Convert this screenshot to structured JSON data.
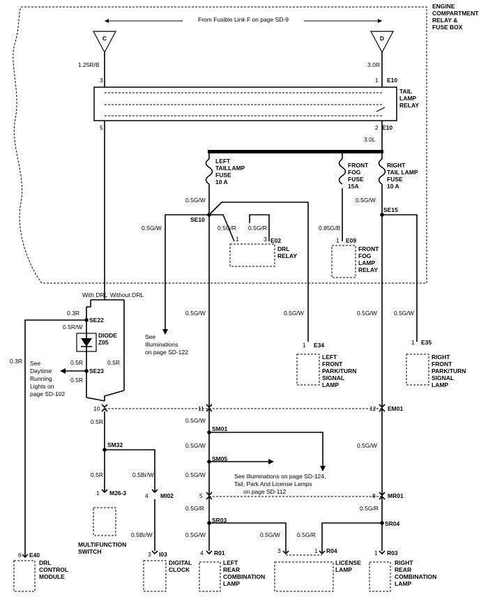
{
  "header": {
    "source_note": "From Fusible Link F on page SD-9",
    "box_title": [
      "ENGINE",
      "COMPARTMENT",
      "RELAY &",
      "FUSE BOX"
    ],
    "connector_c": "C",
    "connector_d": "D"
  },
  "relay": {
    "label": [
      "TAIL",
      "LAMP",
      "RELAY"
    ],
    "pin_tl": "3",
    "pin_tr": "1",
    "pin_bl": "5",
    "pin_br": "2",
    "conn_top": "E10",
    "conn_bottom": "E10"
  },
  "fuses": {
    "left": [
      "LEFT",
      "TAILLAMP",
      "FUSE",
      "10 A"
    ],
    "fog": [
      "FRONT",
      "FOG",
      "FUSE",
      "15A"
    ],
    "right": [
      "RIGHT",
      "TAIL LAMP",
      "FUSE",
      "10 A"
    ]
  },
  "wires": {
    "w125rb": "1.25R/B",
    "w30r": "3.0R",
    "w30l": "3.0L",
    "w05gw_a": "0.5G/W",
    "w05gw_b": "0.5G/W",
    "w05gw_c": "0.5G/W",
    "w05gr_a": "0.5G/R",
    "w05gr_b": "0.5G/R",
    "w085gb": "0.85G/B",
    "w05gw_d": "0.5G/W",
    "w05gw_e": "0.5G/W",
    "w05gw_f": "0.5G/W",
    "w05gw_g": "0.5G/W",
    "w05gw_h": "0.5G/W",
    "w03r_a": "0.3R",
    "w03r_b": "0.3R",
    "w05rw": "0.5R/W",
    "w05r_a": "0.5R",
    "w05r_b": "0.5R",
    "w05r_c": "0.5R",
    "w05r_d": "0.5R",
    "w05r_e": "0.5R",
    "w05brw": "0.5Br/W",
    "w05brw2": "0.5Br/W",
    "w05gw_i": "0.5G/W",
    "w05gw_j": "0.5G/W",
    "w05gw_k": "0.5G/W",
    "w05gr_c": "0.5G/R",
    "w05gw_l": "0.5G/W",
    "w05gw_m": "0.5G/W",
    "w05gr_d": "0.5G/R",
    "w05gr_e": "0.5G/R"
  },
  "splices": {
    "se10": "SE10",
    "se15": "SE15",
    "se22": "SE22",
    "se23": "SE23",
    "sm01": "SM01",
    "sm05": "SM05",
    "sm32": "SM32",
    "sr03": "SR03",
    "sr04": "SR04"
  },
  "components": {
    "drl_relay": [
      "DRL",
      "RELAY"
    ],
    "drl_pin_l": "1",
    "drl_pin_r": "3",
    "drl_conn": "E02",
    "fog_relay": [
      "FRONT",
      "FOG",
      "LAMP",
      "RELAY"
    ],
    "fog_pin": "1",
    "fog_conn": "E09",
    "left_front": [
      "LEFT",
      "FRONT",
      "PARK/TURN",
      "SIGNAL",
      "LAMP"
    ],
    "lf_pin": "1",
    "lf_conn": "E34",
    "right_front": [
      "RIGHT",
      "FRONT",
      "PARK/TURN",
      "SIGNAL",
      "LAMP"
    ],
    "rf_pin": "1",
    "rf_conn": "E35",
    "diode": [
      "DIODE",
      "Z05"
    ],
    "drl_module": [
      "DRL",
      "CONTROL",
      "MODULE"
    ],
    "drlm_pin": "6",
    "drlm_conn": "E40",
    "mf_switch": [
      "MULTIFUNCTION",
      "SWITCH"
    ],
    "mf_pin": "1",
    "mf_conn": "M26-3",
    "clock": [
      "DIGITAL",
      "CLOCK"
    ],
    "clock_pin": "3",
    "clock_conn": "I03",
    "left_rear": [
      "LEFT",
      "REAR",
      "COMBINATION",
      "LAMP"
    ],
    "lr_pin": "4",
    "lr_conn": "R01",
    "license": [
      "LICENSE",
      "LAMP"
    ],
    "lic_pin_l": "3",
    "lic_pin_r": "1",
    "lic_conn": "R04",
    "right_rear": [
      "RIGHT",
      "REAR",
      "COMBINATION",
      "LAMP"
    ],
    "rr_pin": "1",
    "rr_conn": "R03"
  },
  "connectors": {
    "m02_pin": "4",
    "m02": "MI02",
    "em01_l": "10",
    "em01_m": "11",
    "em01_r": "12",
    "em01": "EM01",
    "mr01_l": "5",
    "mr01_r": "8",
    "mr01": "MR01"
  },
  "notes": {
    "with_drl": "With DRL",
    "without_drl": "Without DRL",
    "see_illum_122": [
      "See",
      "Illuminations",
      "on page SD-122"
    ],
    "see_drl": [
      "See",
      "Daytime",
      "Running",
      "Lights on",
      "page SD-102"
    ],
    "see_illum_124": [
      "See Illuminations on page SD-124,",
      "Tail, Park And License Lamps",
      "on page SD-112"
    ]
  }
}
